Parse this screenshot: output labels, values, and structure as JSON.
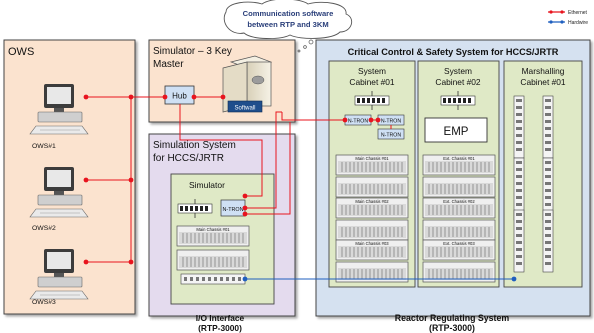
{
  "cloud": {
    "line1": "Communication software",
    "line2": "between RTP and 3KM"
  },
  "legend": {
    "ethernet": "Ethernet",
    "hardwire": "Hardwire"
  },
  "ows": {
    "title": "OWS",
    "workstations": [
      "OWS#1",
      "OWS#2",
      "OWS#3"
    ]
  },
  "simulator_3km": {
    "title_line1": "Simulator – 3 Key",
    "title_line2": "Master",
    "hub_label": "Hub",
    "softwall_label": "Softwall"
  },
  "simulation_system": {
    "title_line1": "Simulation System",
    "title_line2": "for HCCS/JRTR",
    "simulator_label": "Simulator",
    "ntron_label": "N-TRON",
    "main_chassis_label": "Main Chassis #01"
  },
  "ccss": {
    "title": "Critical Control & Safety System for HCCS/JRTR",
    "cabinet1": {
      "title_line1": "System",
      "title_line2": "Cabinet #01",
      "ntron_labels": [
        "N-TRON",
        "N-TRON",
        "N-TRON"
      ],
      "chassis": [
        "Main Chassis #01",
        "Main Chassis #02",
        "Main Chassis #03"
      ]
    },
    "cabinet2": {
      "title_line1": "System",
      "title_line2": "Cabinet #02",
      "emp_label": "EMP",
      "chassis": [
        "Ext. Chassis #01",
        "Ext. Chassis #02",
        "Ext. Chassis #03"
      ]
    },
    "marshalling": {
      "title_line1": "Marshalling",
      "title_line2": "Cabinet #01"
    }
  },
  "footer": {
    "io_line1": "I/O Interface",
    "io_line2": "(RTP-3000)",
    "rrs_line1": "Reactor Regulating System",
    "rrs_line2": "(RTP-3000)"
  },
  "colors": {
    "ethernet": "#e8141e",
    "hardwire": "#1f5fbf",
    "ows_fill": "#fbe3cf",
    "sim3km_fill": "#fbe3cf",
    "simsys_fill": "#e4dbee",
    "simulator_fill": "#dfe9c6",
    "ccss_fill": "#d5e1f0",
    "cabinet_fill": "#dfe9c6"
  }
}
